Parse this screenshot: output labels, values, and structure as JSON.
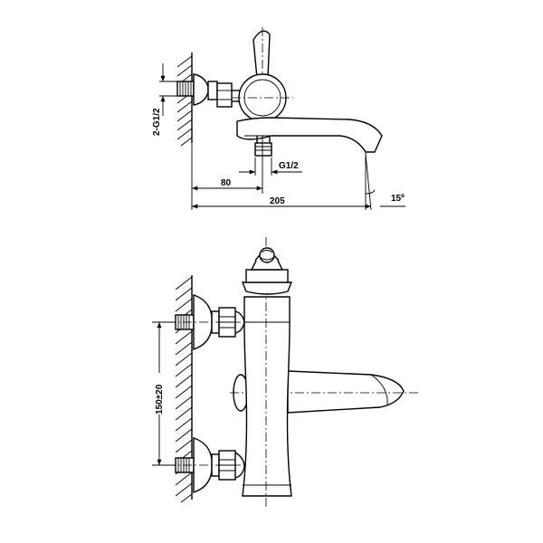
{
  "colors": {
    "line": "#000000",
    "background": "#ffffff"
  },
  "side_view": {
    "inlet_thread": "2-G1/2",
    "outlet_thread": "G1/2",
    "dim_wall_to_center": "80",
    "dim_overall_depth": "205",
    "spout_angle": "15º"
  },
  "front_view": {
    "inlet_spacing": "150±20"
  }
}
